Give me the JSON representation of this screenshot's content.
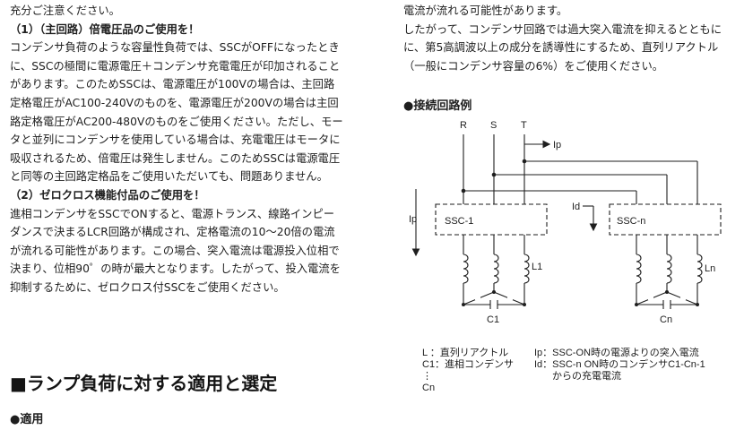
{
  "left_column": {
    "lines": [
      "充分ご注意ください。",
      "（1）（主回路）倍電圧品のご使用を！",
      "コンデンサ負荷のような容量性負荷では、SSCがOFFになったとき",
      "に、SSCの極間に電源電圧＋コンデンサ充電電圧が印加されること",
      "があります。このためSSCは、電源電圧が100Vの場合は、主回路",
      "定格電圧がAC100-240Vのものを、電源電圧が200Vの場合は主回",
      "路定格電圧がAC200-480Vのものをご使用ください。ただし、モー",
      "タと並列にコンデンサを使用している場合は、充電電圧はモータに",
      "吸収されるため、倍電圧は発生しません。このためSSCは電源電圧",
      "と同等の主回路定格品をご使用いただいても、問題ありません。",
      "（2）ゼロクロス機能付品のご使用を！",
      "進相コンデンサをSSCでONすると、電源トランス、線路インピー",
      "ダンスで決まるLCR回路が構成され、定格電流の10～20倍の電流",
      "が流れる可能性があります。この場合、突入電流は電源投入位相で",
      "決まり、位相90゜の時が最大となります。したがって、投入電流を",
      "抑制するために、ゼロクロス付SSCをご使用ください。"
    ]
  },
  "right_column": {
    "lines": [
      "電流が流れる可能性があります。",
      "したがって、コンデンサ回路では過大突入電流を抑えるとともに",
      "に、第5高調波以上の成分を誘導性にするため、直列リアクトル",
      "（一般にコンデンサ容量の6%）をご使用ください。"
    ]
  },
  "circuit": {
    "title": "●接続回路例",
    "phases": [
      "R",
      "S",
      "T"
    ],
    "labels": {
      "ip_top": "Ip",
      "ip_left": "Ip",
      "id": "Id",
      "ssc1": "SSC-1",
      "sscn": "SSC-n",
      "l1": "L1",
      "ln": "Ln",
      "c1": "C1",
      "cn": "Cn"
    },
    "legend": {
      "left": [
        "L ：直列リアクトル",
        "C1：進相コンデンサ",
        "⋮",
        "Cn"
      ],
      "right": [
        "Ip：SSC-ON時の電源よりの突入電流",
        "Id：SSC-n ON時のコンデンサC1-Cn-1",
        "からの充電電流"
      ]
    }
  },
  "section": {
    "title": "■ランプ負荷に対する適用と選定",
    "subtitle": "●適用"
  }
}
